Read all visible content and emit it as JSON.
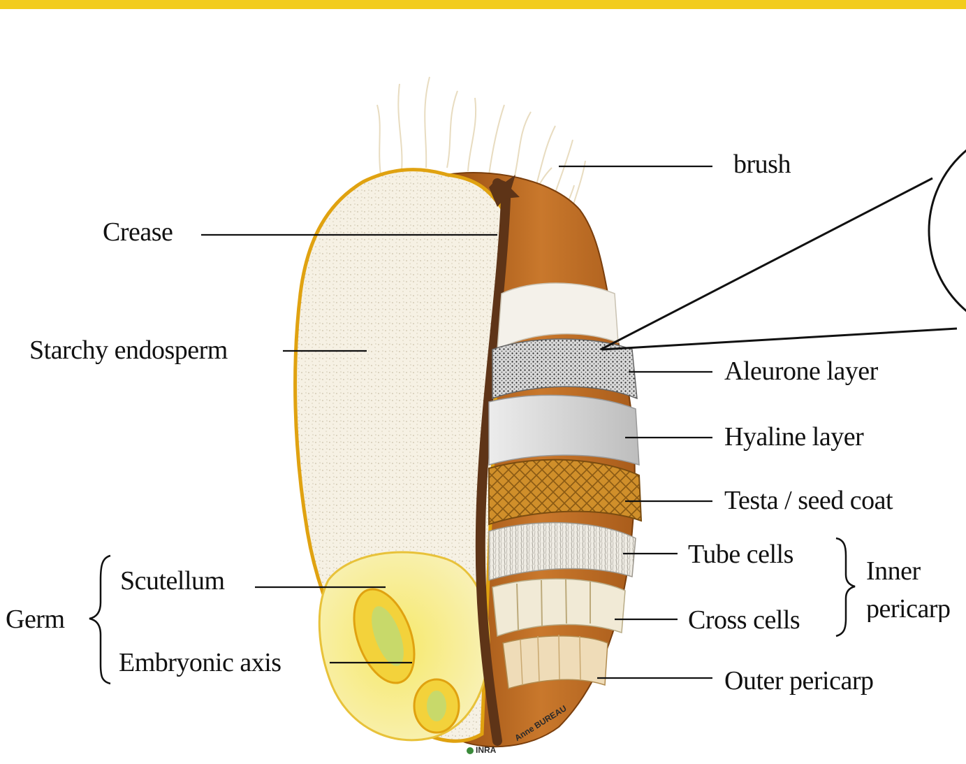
{
  "colors": {
    "top_bar": "#f2cc1c",
    "pericarp": "#b5651d",
    "endosperm": "#f6f1e4",
    "germ": "#f8ec9a",
    "crease": "#5e3417",
    "testa": "#d08f2a",
    "outline": "#e0a210"
  },
  "labels": {
    "brush": "brush",
    "crease": "Crease",
    "starchy_endosperm": "Starchy endosperm",
    "aleurone_layer": "Aleurone layer",
    "hyaline_layer": "Hyaline layer",
    "testa_seed_coat": "Testa / seed coat",
    "tube_cells": "Tube cells",
    "cross_cells": "Cross cells",
    "inner_pericarp_line1": "Inner",
    "inner_pericarp_line2": "pericarp",
    "outer_pericarp": "Outer pericarp",
    "germ": "Germ",
    "scutellum": "Scutellum",
    "embryonic_axis": "Embryonic axis"
  },
  "credit": {
    "logo": "INRA",
    "author": "Anne BUREAU"
  }
}
